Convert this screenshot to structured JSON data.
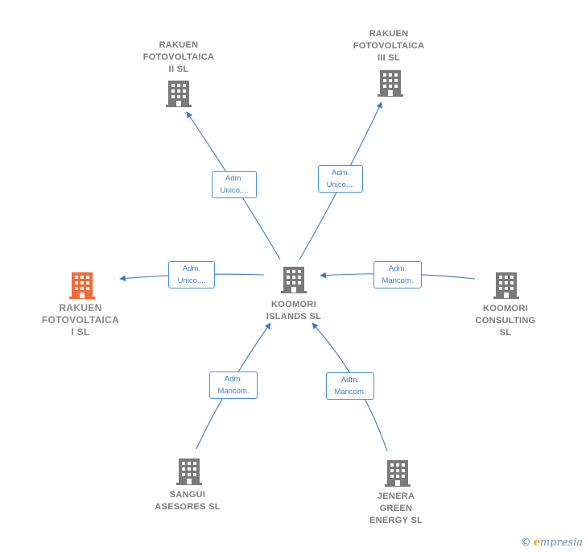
{
  "colors": {
    "edge": "#3a7bc8",
    "node_default": "#7a7a7a",
    "node_focus": "#f26b38"
  },
  "nodes": {
    "koomori_islands": {
      "lines": [
        "KOOMORI",
        "ISLANDS  SL"
      ],
      "icon": "building-icon"
    },
    "rakuen_ii": {
      "lines": [
        "RAKUEN",
        "FOTOVOLTAICA",
        "II  SL"
      ],
      "icon": "building-icon"
    },
    "rakuen_iii": {
      "lines": [
        "RAKUEN",
        "FOTOVOLTAICA",
        "III  SL"
      ],
      "icon": "building-icon"
    },
    "rakuen_i": {
      "lines": [
        "RAKUEN",
        "FOTOVOLTAICA",
        "I  SL"
      ],
      "icon": "building-icon-highlighted"
    },
    "koomori_consulting": {
      "lines": [
        "KOOMORI",
        "CONSULTING",
        "SL"
      ],
      "icon": "building-icon"
    },
    "sangui": {
      "lines": [
        "SANGUI",
        "ASESORES SL"
      ],
      "icon": "building-icon"
    },
    "jenera": {
      "lines": [
        "JENERA",
        "GREEN",
        "ENERGY  SL"
      ],
      "icon": "building-icon"
    }
  },
  "edges": {
    "to_rakuen_ii": {
      "lines": [
        "Adm.",
        "Unico,..."
      ]
    },
    "to_rakuen_iii": {
      "lines": [
        "Adm.",
        "Unico,..."
      ]
    },
    "to_rakuen_i": {
      "lines": [
        "Adm.",
        "Unico,..."
      ]
    },
    "from_koomori_consulting": {
      "lines": [
        "Adm.",
        "Mancom."
      ]
    },
    "from_sangui": {
      "lines": [
        "Adm.",
        "Mancom."
      ]
    },
    "from_jenera": {
      "lines": [
        "Adm.",
        "Mancom."
      ]
    }
  },
  "watermark": {
    "copyright": "©",
    "brand_initial": "e",
    "brand_rest": "mpresia"
  }
}
